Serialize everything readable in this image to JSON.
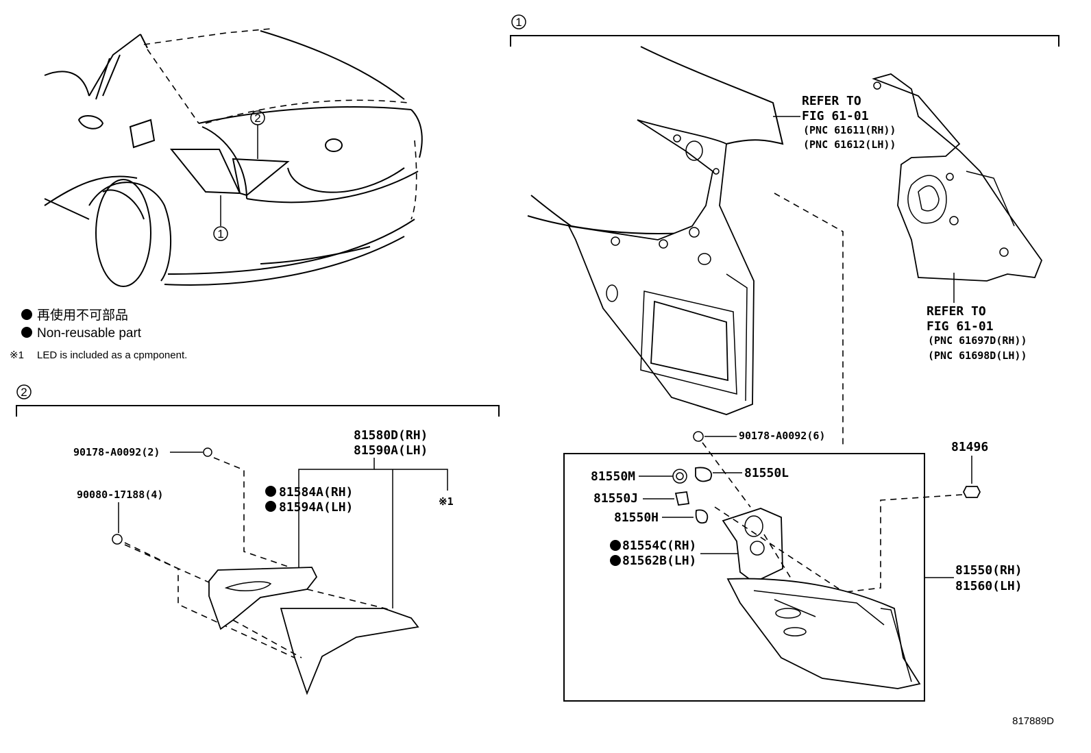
{
  "legend": {
    "jp_text": "再使用不可部品",
    "en_text": "Non-reusable part",
    "note_mark": "※1",
    "note_text": "LED is included as a cpmponent."
  },
  "callouts": {
    "one": "1",
    "two": "2"
  },
  "section_two": {
    "bolt_a": "90178-A0092(2)",
    "clip_b": "90080-17188(4)",
    "lamp_rh": "81580D(RH)",
    "lamp_lh": "81590A(LH)",
    "gasket_rh": "81584A(RH)",
    "gasket_lh": "81594A(LH)",
    "note_ref": "※1"
  },
  "section_one": {
    "refer_a_line1": "REFER TO",
    "refer_a_line2": "FIG 61-01",
    "refer_a_pnc1": "(PNC 61611(RH))",
    "refer_a_pnc2": "(PNC 61612(LH))",
    "refer_b_line1": "REFER TO",
    "refer_b_line2": "FIG 61-01",
    "refer_b_pnc1": "(PNC 61697D(RH))",
    "refer_b_pnc2": "(PNC 61698D(LH))",
    "bolt": "90178-A0092(6)",
    "screw": "81496",
    "socket_m": "81550M",
    "socket_l": "81550L",
    "socket_j": "81550J",
    "socket_h": "81550H",
    "gasket_rh": "81554C(RH)",
    "gasket_lh": "81562B(LH)",
    "lamp_rh": "81550(RH)",
    "lamp_lh": "81560(LH)"
  },
  "figure_id": "817889D"
}
